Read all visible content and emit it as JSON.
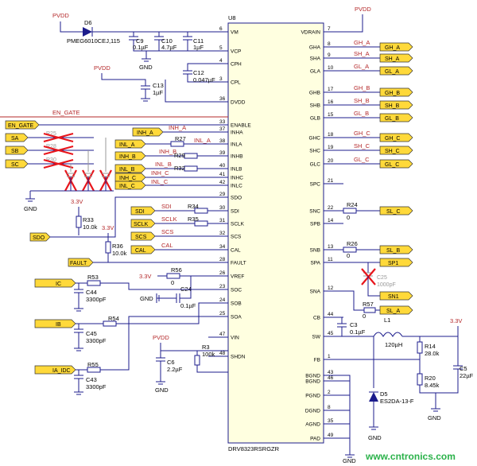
{
  "ic": {
    "ref": "U8",
    "part": "DRV8323RSRGZR",
    "left_pins": [
      {
        "num": "6",
        "name": "VM"
      },
      {
        "num": "5",
        "name": "VCP"
      },
      {
        "num": "4",
        "name": "CPH"
      },
      {
        "num": "3",
        "name": "CPL"
      },
      {
        "num": "36",
        "name": "DVDD"
      },
      {
        "num": "33",
        "name": "ENABLE"
      },
      {
        "num": "37",
        "name": "INHA"
      },
      {
        "num": "38",
        "name": "INLA"
      },
      {
        "num": "39",
        "name": "INHB"
      },
      {
        "num": "40",
        "name": "INLB"
      },
      {
        "num": "41",
        "name": "INHC"
      },
      {
        "num": "42",
        "name": "INLC"
      },
      {
        "num": "29",
        "name": "SDO"
      },
      {
        "num": "30",
        "name": "SDI"
      },
      {
        "num": "31",
        "name": "SCLK"
      },
      {
        "num": "32",
        "name": "SCS"
      },
      {
        "num": "34",
        "name": "CAL"
      },
      {
        "num": "28",
        "name": "FAULT"
      },
      {
        "num": "26",
        "name": "VREF"
      },
      {
        "num": "23",
        "name": "SOC"
      },
      {
        "num": "24",
        "name": "SOB"
      },
      {
        "num": "25",
        "name": "SOA"
      },
      {
        "num": "47",
        "name": "VIN"
      },
      {
        "num": "48",
        "name": "SHDN"
      }
    ],
    "right_pins": [
      {
        "num": "7",
        "name": "VDRAIN"
      },
      {
        "num": "8",
        "name": "GHA"
      },
      {
        "num": "9",
        "name": "SHA"
      },
      {
        "num": "10",
        "name": "GLA"
      },
      {
        "num": "17",
        "name": "GHB"
      },
      {
        "num": "16",
        "name": "SHB"
      },
      {
        "num": "15",
        "name": "GLB"
      },
      {
        "num": "18",
        "name": "GHC"
      },
      {
        "num": "19",
        "name": "SHC"
      },
      {
        "num": "20",
        "name": "GLC"
      },
      {
        "num": "21",
        "name": "SPC"
      },
      {
        "num": "22",
        "name": "SNC"
      },
      {
        "num": "14",
        "name": "SPB"
      },
      {
        "num": "13",
        "name": "SNB"
      },
      {
        "num": "11",
        "name": "SPA"
      },
      {
        "num": "12",
        "name": "SNA"
      },
      {
        "num": "44",
        "name": "CB"
      },
      {
        "num": "45",
        "name": "SW"
      },
      {
        "num": "1",
        "name": "FB"
      },
      {
        "num": "43",
        "name": "BGND"
      },
      {
        "num": "46",
        "name": "BGND"
      },
      {
        "num": "2",
        "name": "PGND"
      },
      {
        "num": "8",
        "name": "DGND"
      },
      {
        "num": "35",
        "name": "AGND"
      },
      {
        "num": "49",
        "name": "PAD"
      }
    ]
  },
  "power": {
    "pvdd": "PVDD",
    "v33": "3.3V",
    "gnd": "GND"
  },
  "parts": {
    "d6": "D6",
    "d6_part": "PMEG6010CEJ,115",
    "c9": "C9",
    "c9_val": "0.1µF",
    "c10": "C10",
    "c10_val": "4.7µF",
    "c11": "C11",
    "c11_val": "1µF",
    "c12": "C12",
    "c12_val": "0.047µF",
    "c13": "C13",
    "c13_val": "1µF",
    "r25": "R25",
    "r28": "R28",
    "r30": "R30",
    "r27": "R27",
    "r29": "R29",
    "r32": "R32",
    "r33": "R33",
    "r33_val": "10.0k",
    "r34": "R34",
    "r35": "R35",
    "r36": "R36",
    "r36_val": "10.0k",
    "r56": "R56",
    "r56_val": "0",
    "c24": "C24",
    "c24_val": "0.1µF",
    "r53": "R53",
    "c44": "C44",
    "c44_val": "3300pF",
    "r54": "R54",
    "c45": "C45",
    "c45_val": "3300pF",
    "r55": "R55",
    "c43": "C43",
    "c43_val": "3300pF",
    "r3": "R3",
    "r3_val": "100k",
    "c6": "C6",
    "c6_val": "2.2µF",
    "r24": "R24",
    "r24_val": "0",
    "r26": "R26",
    "r26_val": "0",
    "c25": "C25",
    "c25_val": "1000pF",
    "r57": "R57",
    "r57_val": "0",
    "c3": "C3",
    "c3_val": "0.1µF",
    "l1": "L1",
    "l1_val": "120µH",
    "r14": "R14",
    "r14_val": "28.0k",
    "r20": "R20",
    "r20_val": "8.45k",
    "c5": "C5",
    "c5_val": "22µF",
    "d5": "D5",
    "d5_part": "ES2DA-13-F"
  },
  "nets": {
    "en_gate": "EN_GATE",
    "inh_a": "INH_A",
    "inl_a": "INL_A",
    "inh_b": "INH_B",
    "inl_b": "INL_B",
    "inh_c": "INH_C",
    "inl_c": "INL_C",
    "sdi": "SDI",
    "sclk": "SCLK",
    "scs": "SCS",
    "cal": "CAL",
    "gh_a": "GH_A",
    "sh_a": "SH_A",
    "gl_a": "GL_A",
    "gh_b": "GH_B",
    "sh_b": "SH_B",
    "gl_b": "GL_B",
    "gh_c": "GH_C",
    "sh_c": "SH_C",
    "gl_c": "GL_C"
  },
  "flags": {
    "en_gate": "EN_GATE",
    "sa": "SA",
    "sb": "SB",
    "sc": "SC",
    "inh_a": "INH_A",
    "inl_a": "INL_A",
    "inh_b": "INH_B",
    "inl_b": "INL_B",
    "inh_c": "INH_C",
    "inl_c": "INL_C",
    "sdo": "SDO",
    "sdi": "SDI",
    "sclk": "SCLK",
    "scs": "SCS",
    "cal": "CAL",
    "fault": "FAULT",
    "ic": "IC",
    "ib": "IB",
    "ia_idc": "IA_IDC",
    "gh_a": "GH_A",
    "sh_a": "SH_A",
    "gl_a": "GL_A",
    "gh_b": "GH_B",
    "sh_b": "SH_B",
    "gl_b": "GL_B",
    "gh_c": "GH_C",
    "sh_c": "SH_C",
    "gl_c": "GL_C",
    "sl_c": "SL_C",
    "sl_b": "SL_B",
    "sp1": "SP1",
    "sn1": "SN1",
    "sl_a": "SL_A"
  },
  "watermark": "www.cntronics.com",
  "colors": {
    "wire": "#1c1c8c",
    "net": "#b4282a",
    "ic_fill": "#ffffe0",
    "flag_fill": "#ffd93a",
    "dnp": "#e8151b",
    "watermark": "#2bb24a"
  }
}
